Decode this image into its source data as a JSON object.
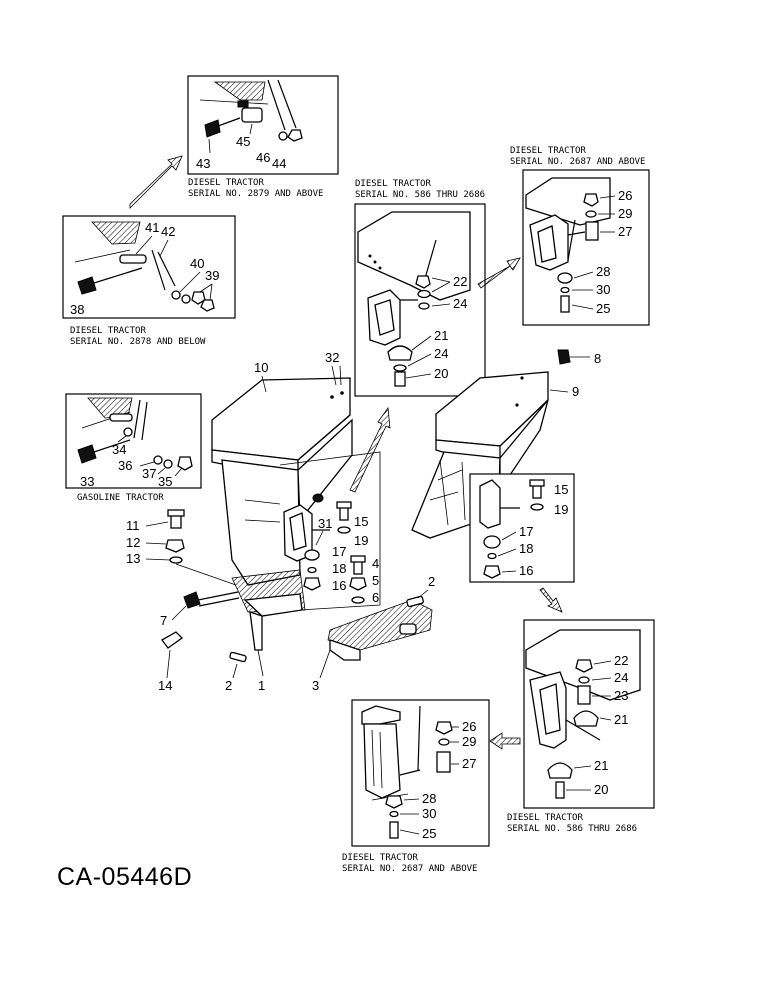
{
  "figure_code": "CA-05446D",
  "callouts": [
    {
      "key": "c43",
      "label": "43"
    },
    {
      "key": "c45",
      "label": "45"
    },
    {
      "key": "c46",
      "label": "46"
    },
    {
      "key": "c44",
      "label": "44"
    },
    {
      "key": "c41",
      "label": "41"
    },
    {
      "key": "c42",
      "label": "42"
    },
    {
      "key": "c40",
      "label": "40"
    },
    {
      "key": "c39",
      "label": "39"
    },
    {
      "key": "c38",
      "label": "38"
    },
    {
      "key": "c22a",
      "label": "22"
    },
    {
      "key": "c24a",
      "label": "24"
    },
    {
      "key": "c21a",
      "label": "21"
    },
    {
      "key": "c24b",
      "label": "24"
    },
    {
      "key": "c20a",
      "label": "20"
    },
    {
      "key": "c26a",
      "label": "26"
    },
    {
      "key": "c29a",
      "label": "29"
    },
    {
      "key": "c27a",
      "label": "27"
    },
    {
      "key": "c28a",
      "label": "28"
    },
    {
      "key": "c30a",
      "label": "30"
    },
    {
      "key": "c25a",
      "label": "25"
    },
    {
      "key": "c32",
      "label": "32"
    },
    {
      "key": "c10",
      "label": "10"
    },
    {
      "key": "c8",
      "label": "8"
    },
    {
      "key": "c9",
      "label": "9"
    },
    {
      "key": "c34",
      "label": "34"
    },
    {
      "key": "c36",
      "label": "36"
    },
    {
      "key": "c37",
      "label": "37"
    },
    {
      "key": "c33",
      "label": "33"
    },
    {
      "key": "c35",
      "label": "35"
    },
    {
      "key": "c11",
      "label": "11"
    },
    {
      "key": "c12",
      "label": "12"
    },
    {
      "key": "c13",
      "label": "13"
    },
    {
      "key": "c31",
      "label": "31"
    },
    {
      "key": "c15a",
      "label": "15"
    },
    {
      "key": "c19a",
      "label": "19"
    },
    {
      "key": "c17a",
      "label": "17"
    },
    {
      "key": "c18a",
      "label": "18"
    },
    {
      "key": "c16a",
      "label": "16"
    },
    {
      "key": "c4",
      "label": "4"
    },
    {
      "key": "c5",
      "label": "5"
    },
    {
      "key": "c6",
      "label": "6"
    },
    {
      "key": "c2a",
      "label": "2"
    },
    {
      "key": "c7",
      "label": "7"
    },
    {
      "key": "c14",
      "label": "14"
    },
    {
      "key": "c2b",
      "label": "2"
    },
    {
      "key": "c1",
      "label": "1"
    },
    {
      "key": "c3",
      "label": "3"
    },
    {
      "key": "c15b",
      "label": "15"
    },
    {
      "key": "c19b",
      "label": "19"
    },
    {
      "key": "c17b",
      "label": "17"
    },
    {
      "key": "c18b",
      "label": "18"
    },
    {
      "key": "c16b",
      "label": "16"
    },
    {
      "key": "c22b",
      "label": "22"
    },
    {
      "key": "c24c",
      "label": "24"
    },
    {
      "key": "c23",
      "label": "23"
    },
    {
      "key": "c21b",
      "label": "21"
    },
    {
      "key": "c21c",
      "label": "21"
    },
    {
      "key": "c20b",
      "label": "20"
    },
    {
      "key": "c26b",
      "label": "26"
    },
    {
      "key": "c29b",
      "label": "29"
    },
    {
      "key": "c27b",
      "label": "27"
    },
    {
      "key": "c28b",
      "label": "28"
    },
    {
      "key": "c30b",
      "label": "30"
    },
    {
      "key": "c25b",
      "label": "25"
    }
  ],
  "captions": {
    "top_box_1": "DIESEL TRACTOR",
    "top_box_2": "SERIAL NO. 2879 AND ABOVE",
    "left_box_1": "DIESEL TRACTOR",
    "left_box_2": "SERIAL NO. 2878 AND BELOW",
    "mid_box_1": "DIESEL TRACTOR",
    "mid_box_2": "SERIAL NO. 586 THRU 2686",
    "right_top_box_1": "DIESEL TRACTOR",
    "right_top_box_2": "SERIAL NO. 2687 AND ABOVE",
    "gas_box": "GASOLINE TRACTOR",
    "right_bottom_box_1": "DIESEL TRACTOR",
    "right_bottom_box_2": "SERIAL NO. 586 THRU 2686",
    "bottom_box_1": "DIESEL TRACTOR",
    "bottom_box_2": "SERIAL NO. 2687 AND ABOVE"
  }
}
